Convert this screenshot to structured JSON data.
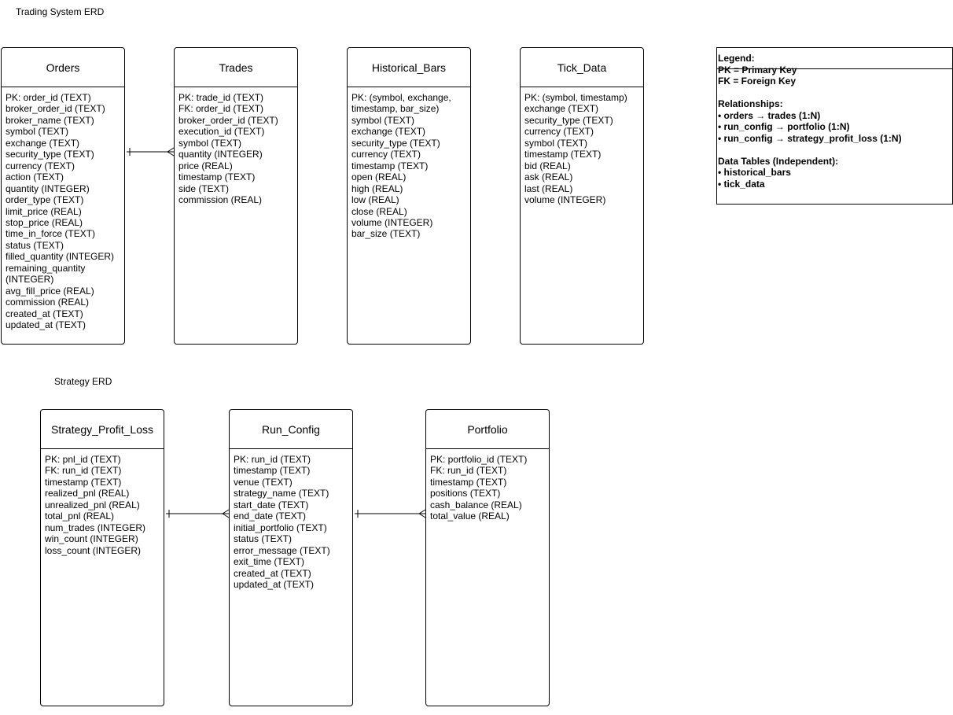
{
  "sections": {
    "trading_title": "Trading System ERD",
    "strategy_title": "Strategy ERD"
  },
  "orders": {
    "title": "Orders",
    "fields": [
      "PK: order_id (TEXT)",
      "broker_order_id (TEXT)",
      "broker_name (TEXT)",
      "symbol (TEXT)",
      "exchange (TEXT)",
      "security_type (TEXT)",
      "currency (TEXT)",
      "action (TEXT)",
      "quantity (INTEGER)",
      "order_type (TEXT)",
      "limit_price (REAL)",
      "stop_price (REAL)",
      "time_in_force (TEXT)",
      "status (TEXT)",
      "filled_quantity (INTEGER)",
      "remaining_quantity (INTEGER)",
      "avg_fill_price (REAL)",
      "commission (REAL)",
      "created_at (TEXT)",
      "updated_at (TEXT)"
    ]
  },
  "trades": {
    "title": "Trades",
    "fields": [
      "PK: trade_id (TEXT)",
      "FK: order_id (TEXT)",
      "broker_order_id (TEXT)",
      "execution_id (TEXT)",
      "symbol (TEXT)",
      "quantity (INTEGER)",
      "price (REAL)",
      "timestamp (TEXT)",
      "side (TEXT)",
      "commission (REAL)"
    ]
  },
  "historical_bars": {
    "title": "Historical_Bars",
    "fields": [
      "PK: (symbol, exchange, timestamp, bar_size)",
      "symbol (TEXT)",
      "exchange (TEXT)",
      "security_type (TEXT)",
      "currency (TEXT)",
      "timestamp (TEXT)",
      "open (REAL)",
      "high (REAL)",
      "low (REAL)",
      "close (REAL)",
      "volume (INTEGER)",
      "bar_size (TEXT)"
    ]
  },
  "tick_data": {
    "title": "Tick_Data",
    "fields": [
      "PK: (symbol, timestamp)",
      "exchange (TEXT)",
      "security_type (TEXT)",
      "currency (TEXT)",
      "symbol (TEXT)",
      "timestamp (TEXT)",
      "bid (REAL)",
      "ask (REAL)",
      "last (REAL)",
      "volume (INTEGER)"
    ]
  },
  "strategy_profit_loss": {
    "title": "Strategy_Profit_Loss",
    "fields": [
      "PK: pnl_id (TEXT)",
      "FK: run_id (TEXT)",
      "timestamp (TEXT)",
      "realized_pnl (REAL)",
      "unrealized_pnl (REAL)",
      "total_pnl (REAL)",
      "num_trades (INTEGER)",
      "win_count (INTEGER)",
      "loss_count (INTEGER)"
    ]
  },
  "run_config": {
    "title": "Run_Config",
    "fields": [
      "PK: run_id (TEXT)",
      "timestamp (TEXT)",
      "venue (TEXT)",
      "strategy_name (TEXT)",
      "start_date (TEXT)",
      "end_date (TEXT)",
      "initial_portfolio (TEXT)",
      "status (TEXT)",
      "error_message (TEXT)",
      "exit_time (TEXT)",
      "created_at (TEXT)",
      "updated_at (TEXT)"
    ]
  },
  "portfolio": {
    "title": "Portfolio",
    "fields": [
      "PK: portfolio_id (TEXT)",
      "FK: run_id (TEXT)",
      "timestamp (TEXT)",
      "positions (TEXT)",
      "cash_balance (REAL)",
      "total_value (REAL)"
    ]
  },
  "legend": {
    "title": "Legend:",
    "pk": "PK = Primary Key",
    "fk": "FK = Foreign Key",
    "relationships_title": "Relationships:",
    "relationships": [
      "• orders → trades (1:N)",
      "• run_config → portfolio (1:N)",
      "• run_config → strategy_profit_loss (1:N)"
    ],
    "data_tables_title": "Data Tables (Independent):",
    "data_tables": [
      "• historical_bars",
      "• tick_data"
    ]
  }
}
